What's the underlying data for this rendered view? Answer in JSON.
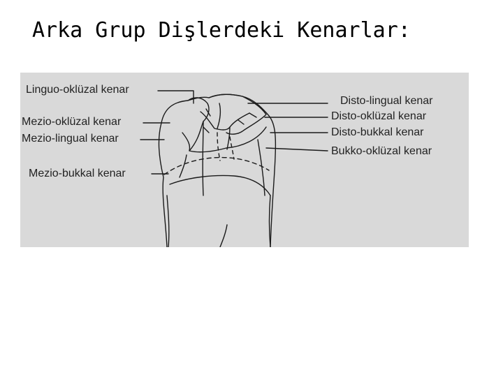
{
  "title": "Arka Grup Dişlerdeki Kenarlar:",
  "diagram": {
    "labels_left": {
      "linguo_okluzal": "Linguo-oklüzal kenar",
      "mezio_okluzal": "Mezio-oklüzal kenar",
      "mezio_lingual": "Mezio-lingual kenar",
      "mezio_bukkal": "Mezio-bukkal kenar"
    },
    "labels_right": {
      "disto_lingual": "Disto-lingual kenar",
      "disto_okluzal": "Disto-oklüzal kenar",
      "disto_bukkal": "Disto-bukkal kenar",
      "bukko_okluzal": "Bukko-oklüzal kenar"
    }
  }
}
